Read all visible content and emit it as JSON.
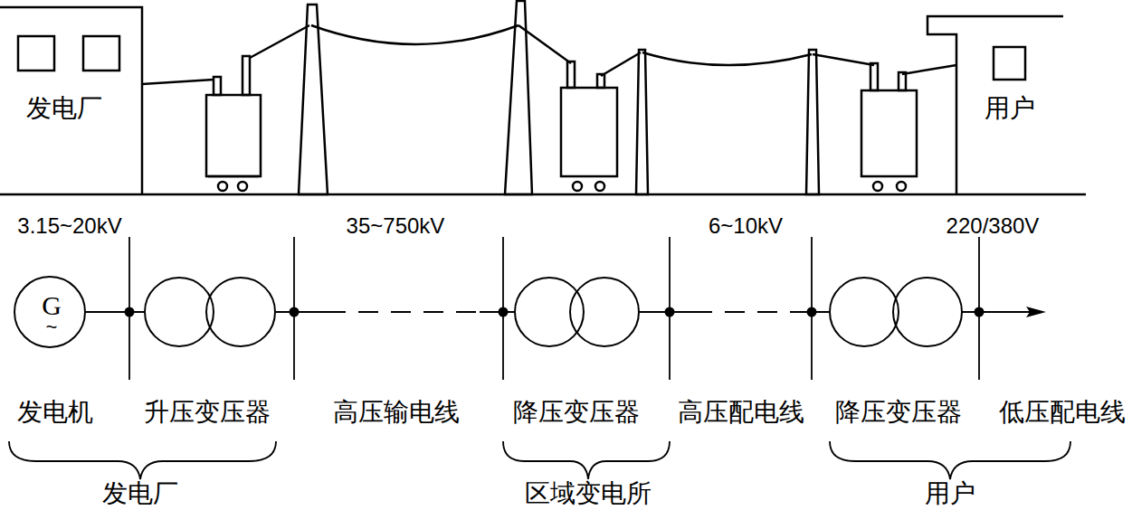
{
  "diagram": {
    "nodes": [
      {
        "text": [
          "发电厂"
        ]
      },
      {
        "text": [
          "用户"
        ]
      },
      {
        "text": [
          "G",
          "~"
        ]
      }
    ],
    "labels": [
      "3.15~20kV",
      "35~750kV",
      "6~10kV",
      "220/380V",
      "发电机",
      "升压变压器",
      "高压输电线",
      "降压变压器",
      "高压配电线",
      "降压变压器",
      "低压配电线",
      "发电厂",
      "区域变电所",
      "用户"
    ]
  }
}
